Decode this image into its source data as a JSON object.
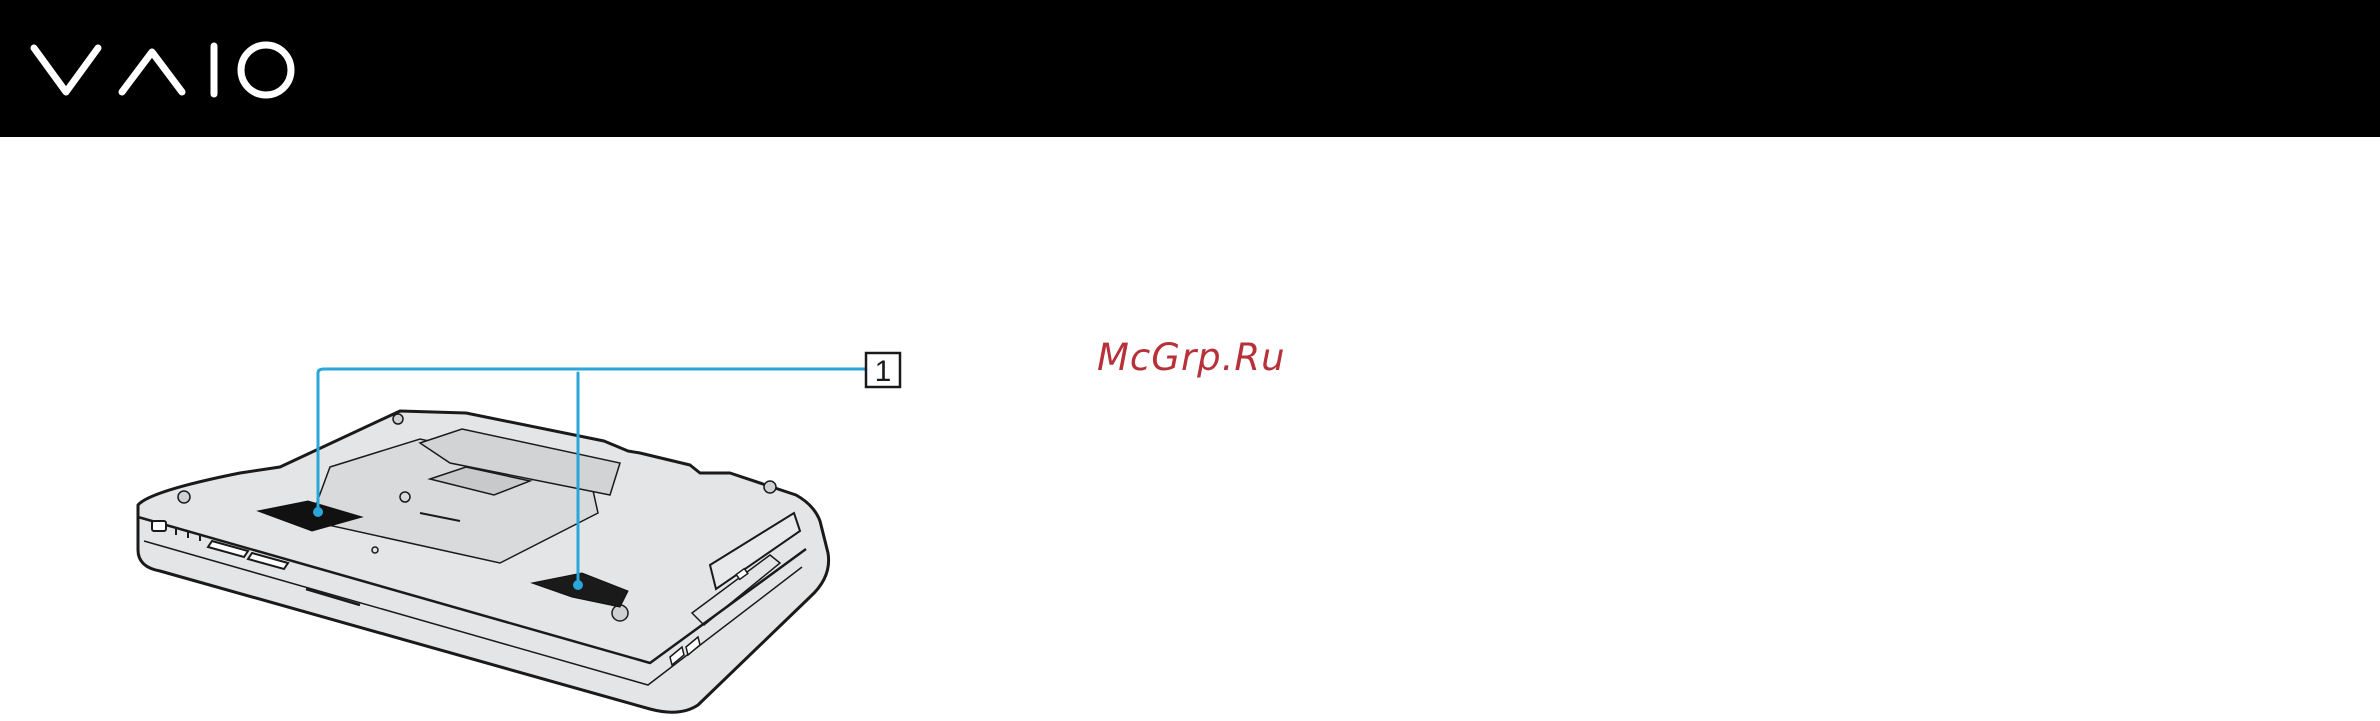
{
  "header": {
    "logo": {
      "name": "vaio-logo",
      "text": "VAIO"
    }
  },
  "watermark": {
    "text": "McGrp.Ru"
  },
  "figure": {
    "callouts": [
      {
        "number": "1"
      }
    ]
  },
  "colors": {
    "header_bg": "#000000",
    "callout_line": "#2aa6d8",
    "watermark": "#b7313a",
    "laptop_fill": "#e4e5e6",
    "laptop_stroke": "#1a1a1a"
  }
}
